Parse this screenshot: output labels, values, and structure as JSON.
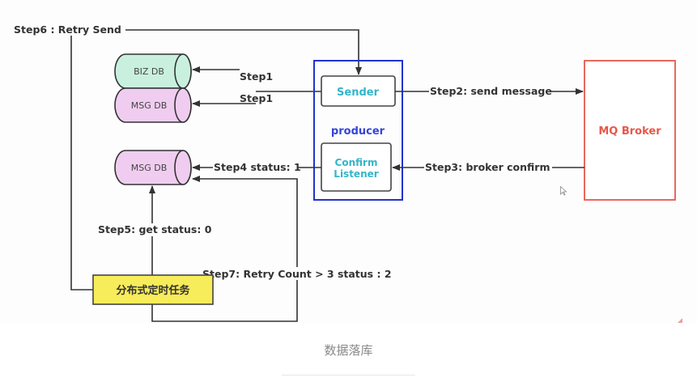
{
  "diagram": {
    "title": "数据落库",
    "colors": {
      "line": "#333333",
      "producer_border": "#2233cc",
      "producer_text": "#3344dd",
      "node_text": "#33b5c9",
      "broker_border": "#e8574a",
      "broker_text": "#e8574a",
      "biz_db_fill": "#c9f0df",
      "msg_db_fill": "#f0cdf0",
      "task_fill": "#f7ec5a"
    },
    "nodes": {
      "biz_db": "BIZ DB",
      "msg_db_top": "MSG DB",
      "msg_db_bottom": "MSG DB",
      "sender": "Sender",
      "producer": "producer",
      "confirm_listener_line1": "Confirm",
      "confirm_listener_line2": "Listener",
      "mq_broker": "MQ Broker",
      "scheduled_task": "分布式定时任务"
    },
    "edges": {
      "step1_biz": "Step1",
      "step1_msg": "Step1",
      "step2": "Step2:  send message",
      "step3": "Step3:  broker confirm",
      "step4": "Step4 status: 1",
      "step5": "Step5: get status:  0",
      "step6": "Step6 :  Retry Send",
      "step7": "Step7: Retry Count > 3 status : 2"
    }
  }
}
